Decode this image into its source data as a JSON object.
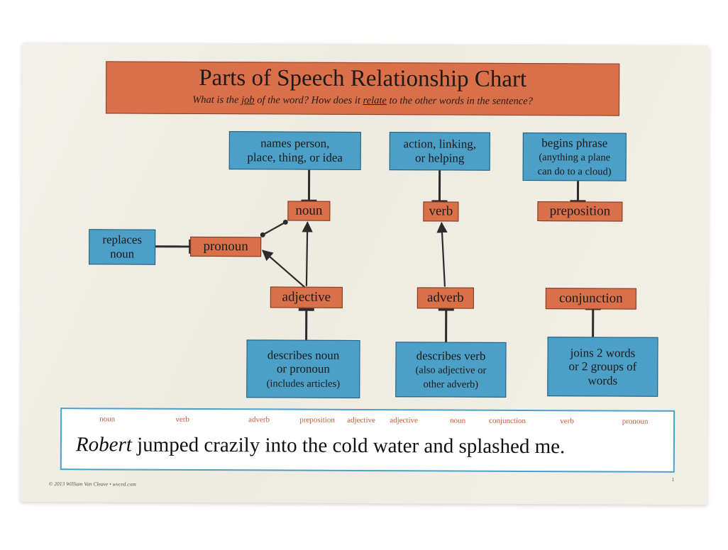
{
  "title": "Parts of Speech Relationship Chart",
  "subtitle": {
    "p1": "What is the ",
    "u1": "job",
    "p2": " of the word?  How does it ",
    "u2": "relate",
    "p3": " to the other words in the sentence?"
  },
  "parts": {
    "noun": "noun",
    "verb": "verb",
    "preposition": "preposition",
    "pronoun": "pronoun",
    "adjective": "adjective",
    "adverb": "adverb",
    "conjunction": "conjunction"
  },
  "definitions": {
    "noun": {
      "l1": "names person,",
      "l2": "place, thing, or idea"
    },
    "verb": {
      "l1": "action, linking,",
      "l2": "or helping"
    },
    "preposition": {
      "l1": "begins phrase",
      "l2": "(anything a plane",
      "l3": "can do to a cloud)"
    },
    "pronoun": {
      "l1": "replaces",
      "l2": "noun"
    },
    "adjective": {
      "l1": "describes noun",
      "l2": "or pronoun",
      "l3": "(includes articles)"
    },
    "adverb": {
      "l1": "describes verb",
      "l2": "(also adjective or",
      "l3": "other adverb)"
    },
    "conjunction": {
      "l1": "joins 2 words",
      "l2": "or 2 groups of",
      "l3": "words"
    }
  },
  "example": {
    "tags": [
      "noun",
      "verb",
      "adverb",
      "preposition",
      "adjective",
      "adjective",
      "noun",
      "conjunction",
      "verb",
      "pronoun"
    ],
    "words": [
      "Robert",
      " jumped",
      " crazily into the cold water and splashed me."
    ]
  },
  "footer": {
    "copyright": "© 2013 William Van Cleave • wvced.com",
    "page": "1"
  },
  "colors": {
    "orange": "#d9704a",
    "blue": "#4c9fc6",
    "poster": "#eeebe1"
  }
}
